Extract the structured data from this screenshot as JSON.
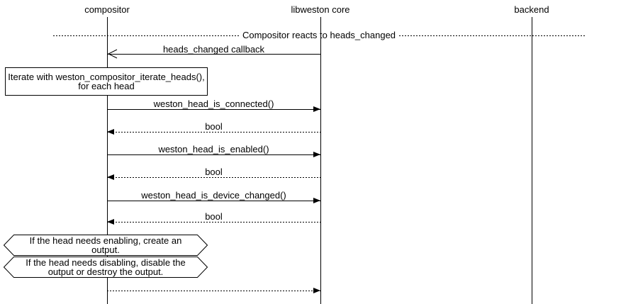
{
  "diagram": {
    "title": "Compositor reacts to heads_changed",
    "actors": [
      {
        "label": "compositor"
      },
      {
        "label": "libweston core"
      },
      {
        "label": "backend"
      }
    ],
    "messages": [
      {
        "label": "heads_changed callback",
        "from": "libweston core",
        "to": "compositor",
        "line": "solid",
        "arrow": "open"
      },
      {
        "label": "weston_head_is_connected()",
        "from": "compositor",
        "to": "libweston core",
        "line": "solid",
        "arrow": "filled"
      },
      {
        "label": "bool",
        "from": "libweston core",
        "to": "compositor",
        "line": "dotted",
        "arrow": "filled"
      },
      {
        "label": "weston_head_is_enabled()",
        "from": "compositor",
        "to": "libweston core",
        "line": "solid",
        "arrow": "filled"
      },
      {
        "label": "bool",
        "from": "libweston core",
        "to": "compositor",
        "line": "dotted",
        "arrow": "filled"
      },
      {
        "label": "weston_head_is_device_changed()",
        "from": "compositor",
        "to": "libweston core",
        "line": "solid",
        "arrow": "filled"
      },
      {
        "label": "bool",
        "from": "libweston core",
        "to": "compositor",
        "line": "dotted",
        "arrow": "filled"
      },
      {
        "label": "",
        "from": "compositor",
        "to": "libweston core",
        "line": "dotted",
        "arrow": "filled"
      }
    ],
    "notes": [
      {
        "type": "box",
        "text": "Iterate with weston_compositor_iterate_heads(), for each head"
      },
      {
        "type": "condition",
        "text": "If the head needs enabling, create an output."
      },
      {
        "type": "condition",
        "text": "If the head needs disabling, disable the output or destroy the output."
      }
    ],
    "colors": {
      "line": "#000000",
      "background": "#ffffff"
    }
  }
}
